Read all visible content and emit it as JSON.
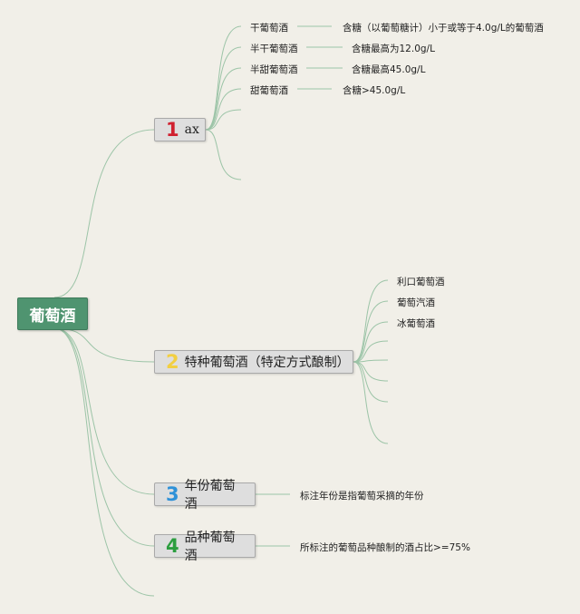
{
  "root": {
    "label": "葡萄酒"
  },
  "branches": [
    {
      "number": "1",
      "label": "ax",
      "children": [
        {
          "label": "干葡萄酒",
          "note": "含糖（以葡萄糖计）小于或等于4.0g/L的葡萄酒"
        },
        {
          "label": "半干葡萄酒",
          "note": "含糖最高为12.0g/L"
        },
        {
          "label": "半甜葡萄酒",
          "note": "含糖最高45.0g/L"
        },
        {
          "label": "甜葡萄酒",
          "note": "含糖>45.0g/L"
        }
      ]
    },
    {
      "number": "2",
      "label": "特种葡萄酒（特定方式酿制）",
      "children": [
        {
          "label": "利口葡萄酒"
        },
        {
          "label": "葡萄汽酒"
        },
        {
          "label": "冰葡萄酒"
        }
      ]
    },
    {
      "number": "3",
      "label": "年份葡萄酒",
      "children": [
        {
          "label": "标注年份是指葡萄采摘的年份"
        }
      ]
    },
    {
      "number": "4",
      "label": "品种葡萄酒",
      "children": [
        {
          "label": "所标注的葡萄品种酿制的酒占比>=75%"
        }
      ]
    }
  ],
  "colors": {
    "background": "#f1efe8",
    "root_fill": "#4f9470",
    "branch_fill": "#dedede",
    "connector": "#9cc4a7",
    "number_1": "#d0202f",
    "number_2": "#f2cf42",
    "number_3": "#2e91d8",
    "number_4": "#2c9e3f"
  }
}
